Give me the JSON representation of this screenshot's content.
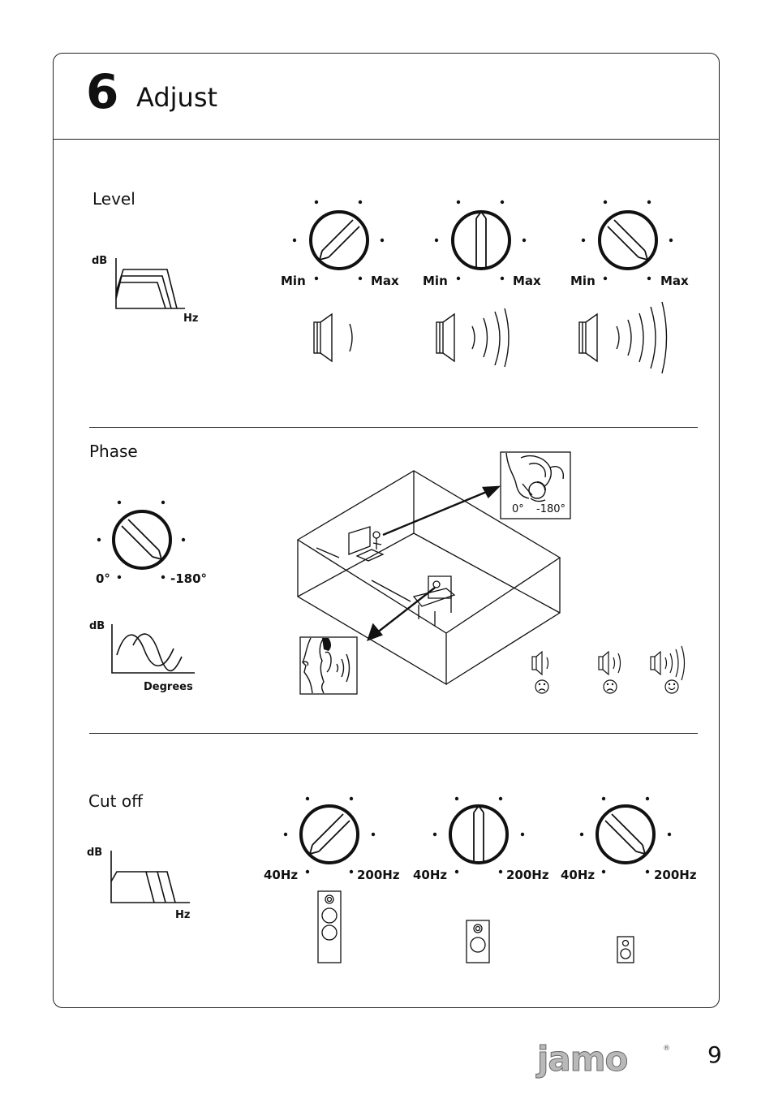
{
  "header": {
    "step_number": "6",
    "step_title": "Adjust"
  },
  "level": {
    "title": "Level",
    "graph": {
      "ylabel": "dB",
      "xlabel": "Hz"
    },
    "dial_min": "Min",
    "dial_max": "Max"
  },
  "phase": {
    "title": "Phase",
    "dial_left": "0°",
    "dial_right": "-180°",
    "graph": {
      "ylabel": "dB",
      "xlabel": "Degrees"
    },
    "inset_left": "0°",
    "inset_right": "-180°"
  },
  "cutoff": {
    "title": "Cut off",
    "graph": {
      "ylabel": "dB",
      "xlabel": "Hz"
    },
    "dial_min": "40Hz",
    "dial_max": "200Hz"
  },
  "footer": {
    "brand": "jamo",
    "page_number": "9"
  }
}
